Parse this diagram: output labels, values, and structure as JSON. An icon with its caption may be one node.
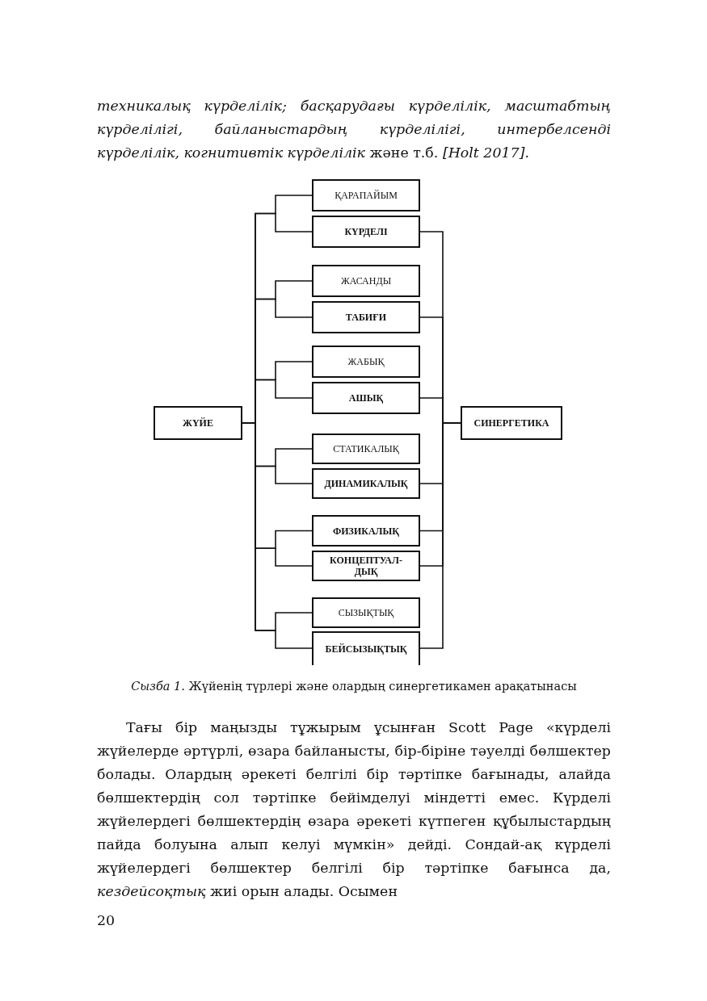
{
  "diagram": {
    "caption": "*Сызба 1.* Жүйенің түрлері және олардың синергетикамен арақатынасы",
    "nodes": [
      {
        "text": [
          "ЖҮЙЕ"
        ]
      },
      {
        "text": [
          "ҚАРАПАЙЫМ"
        ]
      },
      {
        "text": [
          "КҮРДЕЛІ"
        ]
      },
      {
        "text": [
          "ЖАСАНДЫ"
        ]
      },
      {
        "text": [
          "ТАБИҒИ"
        ]
      },
      {
        "text": [
          "ЖАБЫҚ"
        ]
      },
      {
        "text": [
          "АШЫҚ"
        ]
      },
      {
        "text": [
          "СТАТИКАЛЫҚ"
        ]
      },
      {
        "text": [
          "ДИНАМИКАЛЫҚ"
        ]
      },
      {
        "text": [
          "ФИЗИКАЛЫҚ"
        ]
      },
      {
        "text": [
          "КОНЦЕПТУАЛ- ДЫҚ"
        ]
      },
      {
        "text": [
          "СЫЗЫҚТЫҚ"
        ]
      },
      {
        "text": [
          "БЕЙСЫЗЫҚТЫҚ"
        ]
      },
      {
        "text": [
          "СИНЕРГЕТИКА"
        ]
      }
    ],
    "edges": [
      {
        "from": 0,
        "to": 1,
        "arrow": "none"
      },
      {
        "from": 0,
        "to": 2,
        "arrow": "none"
      },
      {
        "from": 0,
        "to": 3,
        "arrow": "none"
      },
      {
        "from": 0,
        "to": 4,
        "arrow": "none"
      },
      {
        "from": 0,
        "to": 5,
        "arrow": "none"
      },
      {
        "from": 0,
        "to": 6,
        "arrow": "none"
      },
      {
        "from": 0,
        "to": 7,
        "arrow": "none"
      },
      {
        "from": 0,
        "to": 8,
        "arrow": "none"
      },
      {
        "from": 0,
        "to": 9,
        "arrow": "none"
      },
      {
        "from": 0,
        "to": 10,
        "arrow": "none"
      },
      {
        "from": 0,
        "to": 11,
        "arrow": "none"
      },
      {
        "from": 0,
        "to": 12,
        "arrow": "none"
      },
      {
        "from": 2,
        "to": 13,
        "arrow": "none"
      },
      {
        "from": 4,
        "to": 13,
        "arrow": "none"
      },
      {
        "from": 6,
        "to": 13,
        "arrow": "none"
      },
      {
        "from": 8,
        "to": 13,
        "arrow": "none"
      },
      {
        "from": 9,
        "to": 13,
        "arrow": "none"
      },
      {
        "from": 10,
        "to": 13,
        "arrow": "none"
      },
      {
        "from": 12,
        "to": 13,
        "arrow": "none"
      }
    ],
    "labels": [
      "*техникалық күрделілік; басқарудағы күрделілік, масштабтың күрделілігі, байланыстардың күрделілігі, интербелсенді күрделілік, когнитивтік күрделілік* және т.б. *[Holt 2017].*",
      "Тағы бір маңызды тұжырым ұсынған Scott Page «күрделі жүйелерде әртүрлі, өзара байланысты, бір-біріне тәуелді бөлшектер болады. Олардың әрекеті белгілі бір тәртіпке бағынады, алайда бөлшектердің сол тәртіпке бейімделуі міндетті емес. Күрделі жүйелердегі бөлшектердің өзара әрекеті күтпеген құбылыстардың пайда болуына алып келуі мүмкін» дейді. Сондай-ақ күрделі жүйелердегі бөлшектер белгілі бір тәртіпке бағынса да, *кездейсоқтық* жиі орын алады. Осымен",
      "20"
    ]
  }
}
